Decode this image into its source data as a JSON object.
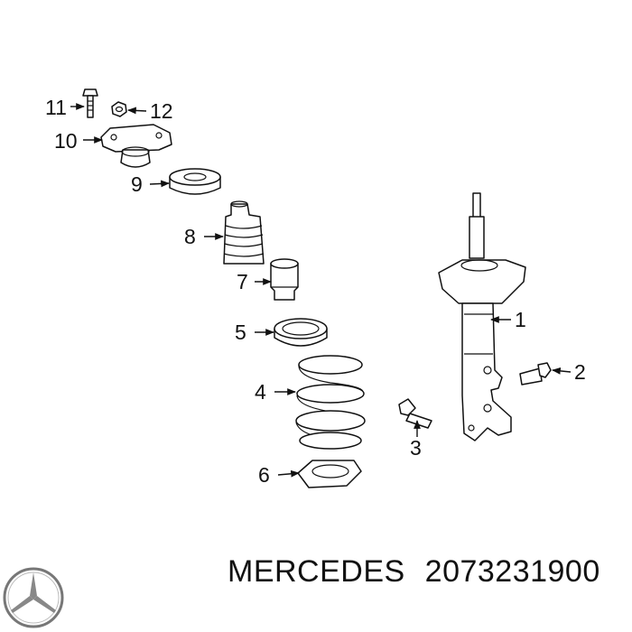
{
  "callouts": [
    "1",
    "2",
    "3",
    "4",
    "5",
    "6",
    "7",
    "8",
    "9",
    "10",
    "11",
    "12"
  ],
  "footer": {
    "brand": "MERCEDES",
    "part_number": "2073231900"
  },
  "icons": {
    "logo": "mercedes-star-icon"
  }
}
